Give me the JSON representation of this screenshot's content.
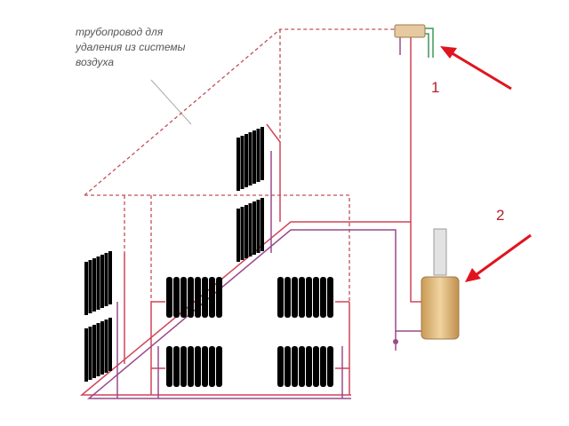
{
  "annotation": {
    "lines": [
      "трубопровод для",
      "удаления из системы",
      "воздуха"
    ]
  },
  "callouts": [
    {
      "label": "1",
      "target": "expansion-tank"
    },
    {
      "label": "2",
      "target": "boiler"
    }
  ],
  "colors": {
    "supply": "#d04458",
    "return": "#9a4a8a",
    "arrow": "#e0141e",
    "tank": "#e6c9a0",
    "boiler": "#d8aa62"
  }
}
